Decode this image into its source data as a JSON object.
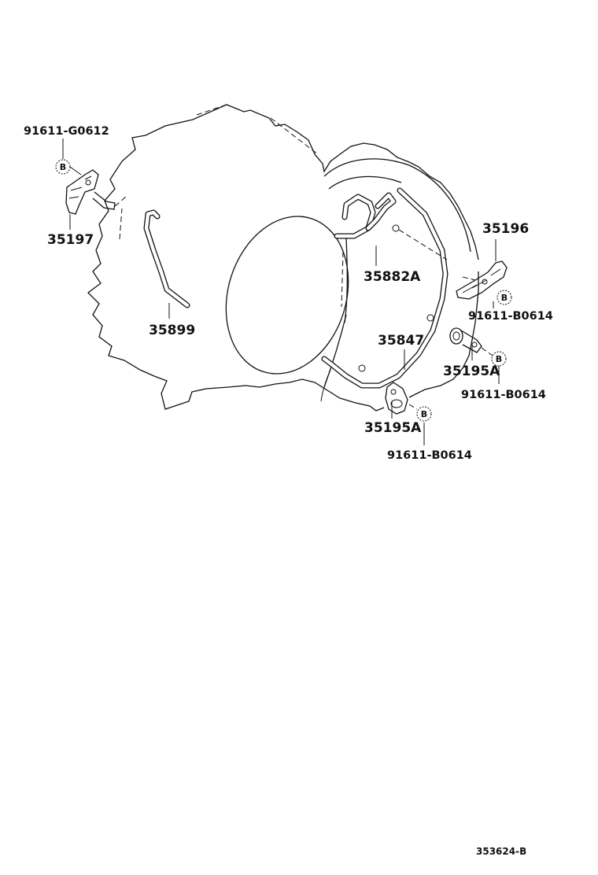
{
  "diagram": {
    "drawing_number": "353624-B",
    "parts": [
      {
        "id": "p35197",
        "label": "35197"
      },
      {
        "id": "p35899",
        "label": "35899"
      },
      {
        "id": "p35196",
        "label": "35196"
      },
      {
        "id": "p35882A",
        "label": "35882A"
      },
      {
        "id": "p35847",
        "label": "35847"
      },
      {
        "id": "p35195A_right",
        "label": "35195A"
      },
      {
        "id": "p35195A_bottom",
        "label": "35195A"
      }
    ],
    "bolts": [
      {
        "id": "bolt_g0612",
        "label": "91611-G0612",
        "marker": "B"
      },
      {
        "id": "bolt_b0614_1",
        "label": "91611-B0614",
        "marker": "B"
      },
      {
        "id": "bolt_b0614_2",
        "label": "91611-B0614",
        "marker": "B"
      },
      {
        "id": "bolt_b0614_3",
        "label": "91611-B0614",
        "marker": "B"
      }
    ]
  }
}
